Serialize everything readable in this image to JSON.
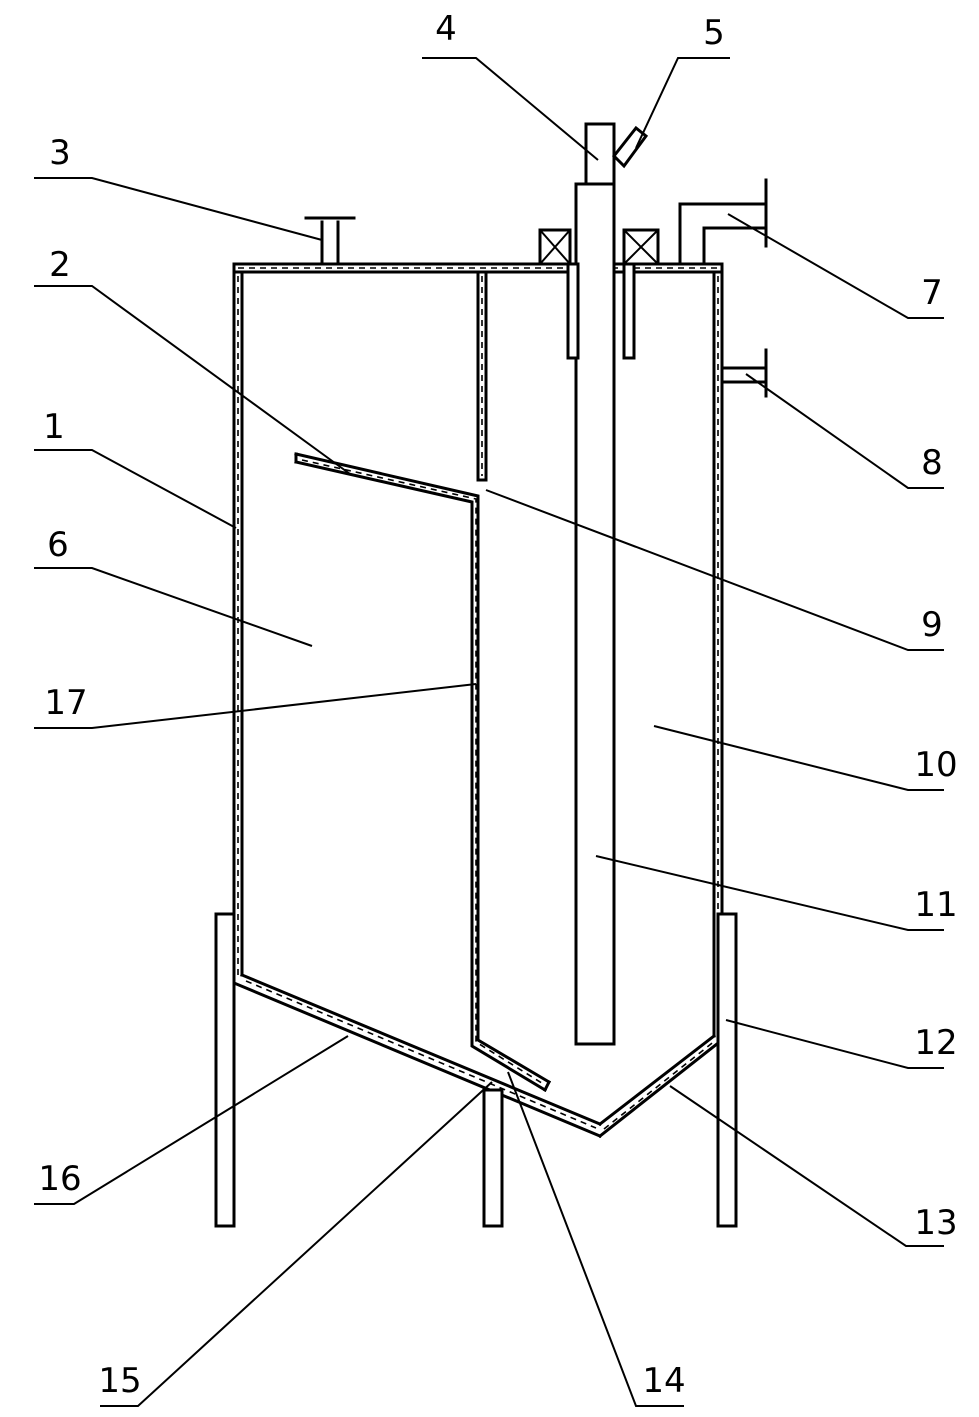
{
  "labels": {
    "n1": "1",
    "n2": "2",
    "n3": "3",
    "n4": "4",
    "n5": "5",
    "n6": "6",
    "n7": "7",
    "n8": "8",
    "n9": "9",
    "n10": "10",
    "n11": "11",
    "n12": "12",
    "n13": "13",
    "n14": "14",
    "n15": "15",
    "n16": "16",
    "n17": "17"
  }
}
